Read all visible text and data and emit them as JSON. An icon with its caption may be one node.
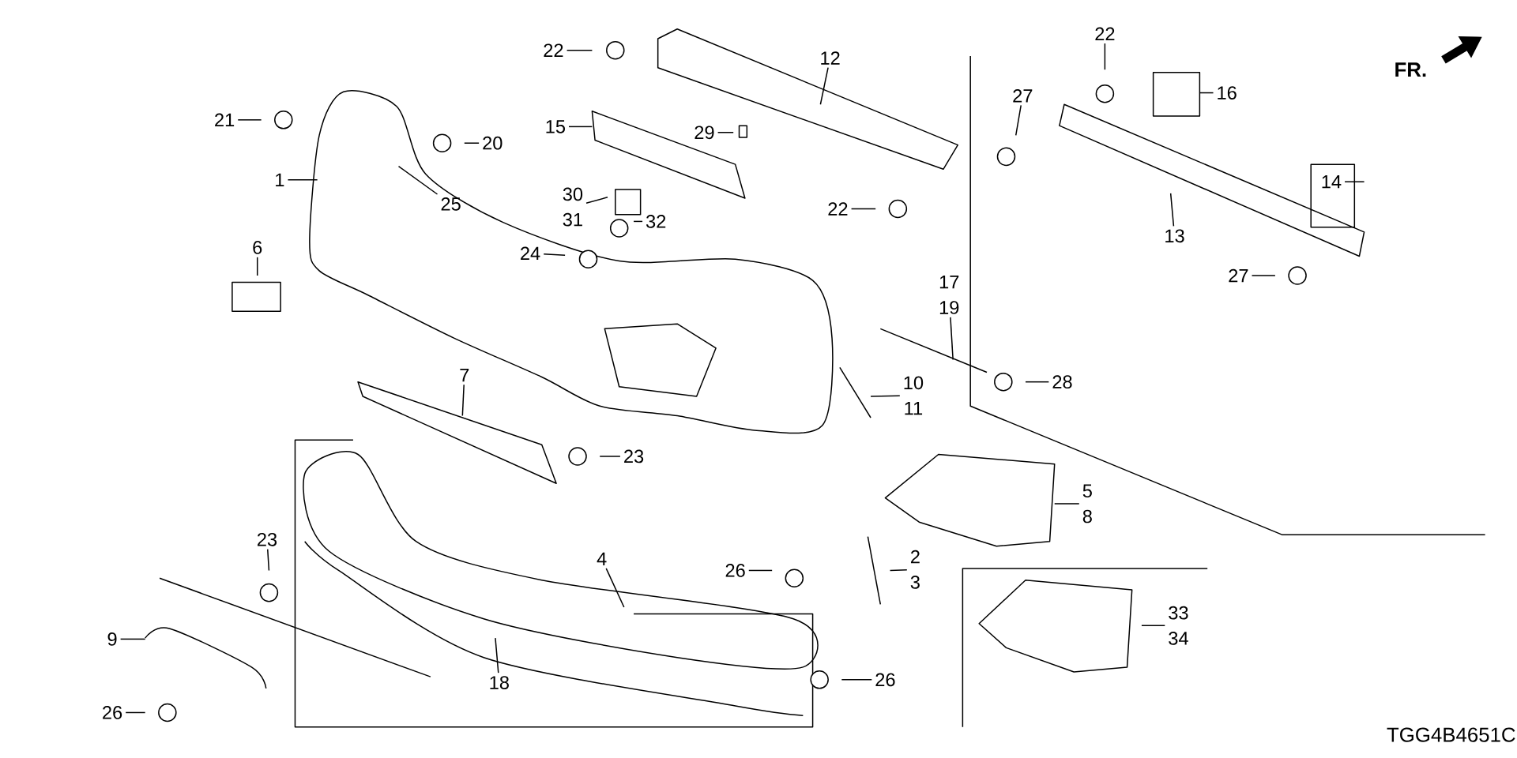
{
  "diagram": {
    "nodes": [
      {
        "text": [
          "22"
        ]
      },
      {
        "text": [
          "12"
        ]
      },
      {
        "text": [
          "22"
        ]
      },
      {
        "text": [
          "16"
        ]
      },
      {
        "text": [
          "27"
        ]
      },
      {
        "text": [
          "21"
        ]
      },
      {
        "text": [
          "15"
        ]
      },
      {
        "text": [
          "29"
        ]
      },
      {
        "text": [
          "20"
        ]
      },
      {
        "text": [
          "1"
        ]
      },
      {
        "text": [
          "14"
        ]
      },
      {
        "text": [
          "30",
          "31"
        ]
      },
      {
        "text": [
          "25"
        ]
      },
      {
        "text": [
          "32"
        ]
      },
      {
        "text": [
          "22"
        ]
      },
      {
        "text": [
          "13"
        ]
      },
      {
        "text": [
          "6"
        ]
      },
      {
        "text": [
          "24"
        ]
      },
      {
        "text": [
          "27"
        ]
      },
      {
        "text": [
          "17",
          "19"
        ]
      },
      {
        "text": [
          "7"
        ]
      },
      {
        "text": [
          "28"
        ]
      },
      {
        "text": [
          "10",
          "11"
        ]
      },
      {
        "text": [
          "23"
        ]
      },
      {
        "text": [
          "5",
          "8"
        ]
      },
      {
        "text": [
          "23"
        ]
      },
      {
        "text": [
          "4"
        ]
      },
      {
        "text": [
          "2",
          "3"
        ]
      },
      {
        "text": [
          "26"
        ]
      },
      {
        "text": [
          "33",
          "34"
        ]
      },
      {
        "text": [
          "9"
        ]
      },
      {
        "text": [
          "26"
        ]
      },
      {
        "text": [
          "18"
        ]
      },
      {
        "text": [
          "26"
        ]
      }
    ],
    "edges": [
      {
        "from": 0,
        "to": null,
        "arrow": "none"
      },
      {
        "from": 1,
        "to": null,
        "arrow": "none"
      },
      {
        "from": 2,
        "to": null,
        "arrow": "none"
      },
      {
        "from": 3,
        "to": null,
        "arrow": "none"
      },
      {
        "from": 4,
        "to": null,
        "arrow": "none"
      },
      {
        "from": 5,
        "to": null,
        "arrow": "none"
      },
      {
        "from": 6,
        "to": null,
        "arrow": "none"
      },
      {
        "from": 7,
        "to": null,
        "arrow": "none"
      },
      {
        "from": 8,
        "to": null,
        "arrow": "none"
      },
      {
        "from": 9,
        "to": null,
        "arrow": "none"
      },
      {
        "from": 10,
        "to": null,
        "arrow": "none"
      },
      {
        "from": 11,
        "to": null,
        "arrow": "none"
      },
      {
        "from": 12,
        "to": null,
        "arrow": "none"
      },
      {
        "from": 13,
        "to": null,
        "arrow": "none"
      },
      {
        "from": 14,
        "to": null,
        "arrow": "none"
      },
      {
        "from": 15,
        "to": null,
        "arrow": "none"
      },
      {
        "from": 16,
        "to": null,
        "arrow": "none"
      },
      {
        "from": 17,
        "to": null,
        "arrow": "none"
      },
      {
        "from": 18,
        "to": null,
        "arrow": "none"
      },
      {
        "from": 19,
        "to": null,
        "arrow": "none"
      },
      {
        "from": 20,
        "to": null,
        "arrow": "none"
      },
      {
        "from": 21,
        "to": null,
        "arrow": "none"
      },
      {
        "from": 22,
        "to": null,
        "arrow": "none"
      },
      {
        "from": 23,
        "to": null,
        "arrow": "none"
      },
      {
        "from": 24,
        "to": null,
        "arrow": "none"
      },
      {
        "from": 25,
        "to": null,
        "arrow": "none"
      },
      {
        "from": 26,
        "to": null,
        "arrow": "none"
      },
      {
        "from": 27,
        "to": null,
        "arrow": "none"
      },
      {
        "from": 28,
        "to": null,
        "arrow": "none"
      },
      {
        "from": 29,
        "to": null,
        "arrow": "none"
      },
      {
        "from": 30,
        "to": null,
        "arrow": "none"
      },
      {
        "from": 31,
        "to": null,
        "arrow": "none"
      },
      {
        "from": 32,
        "to": null,
        "arrow": "none"
      },
      {
        "from": 33,
        "to": null,
        "arrow": "none"
      }
    ],
    "labels": [
      "FR.",
      "TGG4B4651C"
    ]
  }
}
